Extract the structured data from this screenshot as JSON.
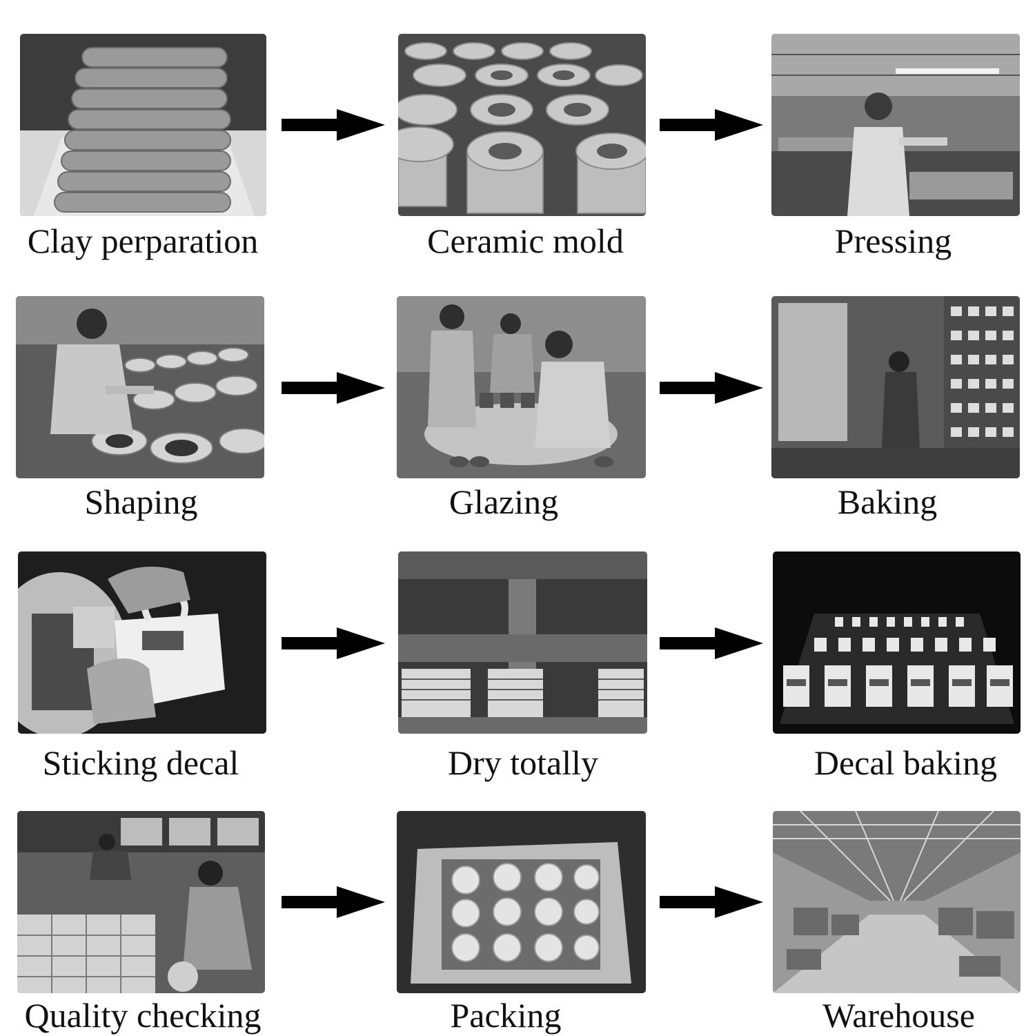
{
  "steps": [
    {
      "label": "Clay perparation",
      "icon": "clay-logs-photo"
    },
    {
      "label": "Ceramic mold",
      "icon": "plaster-molds-photo"
    },
    {
      "label": "Pressing",
      "icon": "pressing-worker-photo"
    },
    {
      "label": "Shaping",
      "icon": "shaping-worker-photo"
    },
    {
      "label": "Glazing",
      "icon": "glazing-workers-photo"
    },
    {
      "label": "Baking",
      "icon": "kiln-worker-photo"
    },
    {
      "label": "Sticking decal",
      "icon": "decal-hands-photo"
    },
    {
      "label": "Dry totally",
      "icon": "drying-racks-photo"
    },
    {
      "label": "Decal baking",
      "icon": "mugs-rows-photo"
    },
    {
      "label": "Quality checking",
      "icon": "inspection-workers-photo"
    },
    {
      "label": "Packing",
      "icon": "mug-carton-photo"
    },
    {
      "label": "Warehouse",
      "icon": "warehouse-photo"
    }
  ],
  "arrow_icon": "right-arrow-icon",
  "colors": {
    "background": "#ffffff",
    "arrow": "#000000",
    "text": "#111111"
  }
}
